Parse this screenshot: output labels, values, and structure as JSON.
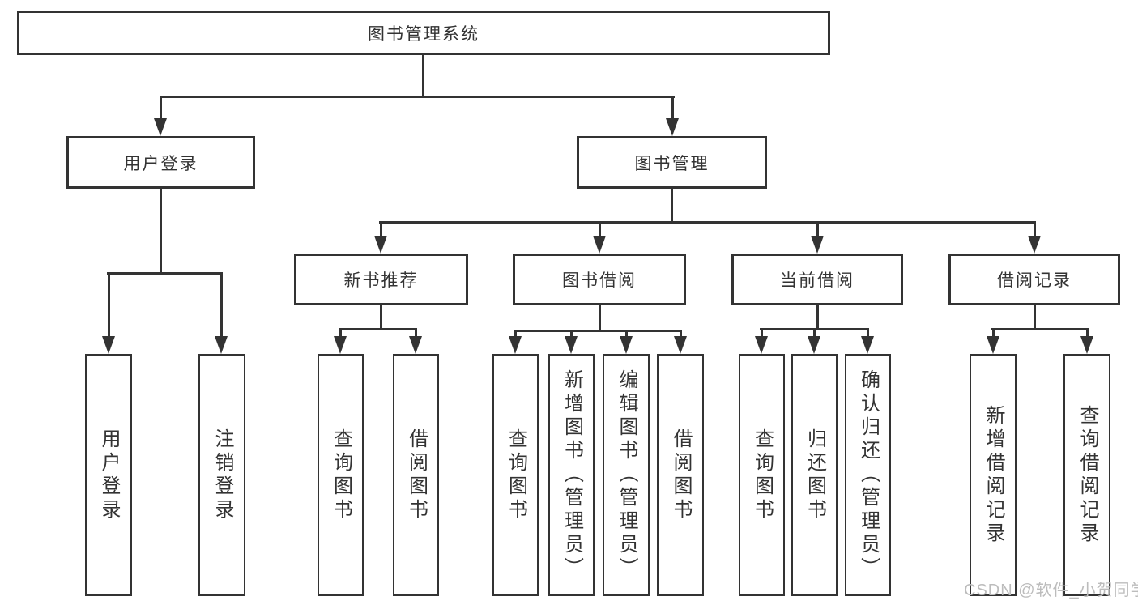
{
  "diagram": {
    "type": "hierarchy-tree",
    "watermark": "CSDN @软件_小贺同学",
    "colors": {
      "line": "#333333",
      "text": "#333333",
      "box_background": "#ffffff",
      "watermark": "#bcbcbc",
      "background": "#ffffff"
    },
    "tree": {
      "root": {
        "label": "图书管理系统",
        "children": [
          {
            "label": "用户登录",
            "children": [
              {
                "label": "用户登录"
              },
              {
                "label": "注销登录"
              }
            ]
          },
          {
            "label": "图书管理",
            "children": [
              {
                "label": "新书推荐",
                "children": [
                  {
                    "label": "查询图书"
                  },
                  {
                    "label": "借阅图书"
                  }
                ]
              },
              {
                "label": "图书借阅",
                "children": [
                  {
                    "label": "查询图书"
                  },
                  {
                    "label": "新增图书（管理员）"
                  },
                  {
                    "label": "编辑图书（管理员）"
                  },
                  {
                    "label": "借阅图书"
                  }
                ]
              },
              {
                "label": "当前借阅",
                "children": [
                  {
                    "label": "查询图书"
                  },
                  {
                    "label": "归还图书"
                  },
                  {
                    "label": "确认归还（管理员）"
                  }
                ]
              },
              {
                "label": "借阅记录",
                "children": [
                  {
                    "label": "新增借阅记录"
                  },
                  {
                    "label": "查询借阅记录"
                  }
                ]
              }
            ]
          }
        ]
      }
    }
  }
}
